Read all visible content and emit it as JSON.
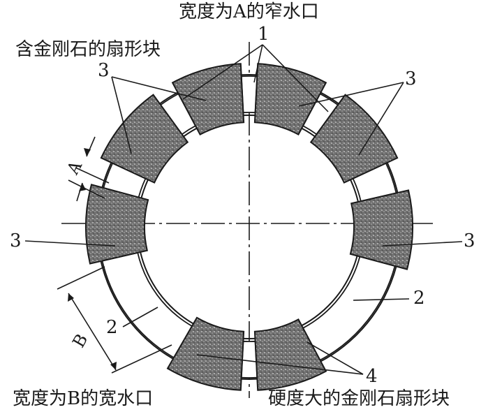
{
  "captions": {
    "top": "宽度为A的窄水口",
    "top_left": "含金刚石的扇形块",
    "bottom_left": "宽度为B的宽水口",
    "bottom_right": "硬度大的金刚石扇形块"
  },
  "callouts": {
    "one": "1",
    "three_tl": "3",
    "three_tr": "3",
    "three_l": "3",
    "three_r": "3",
    "two_r": "2",
    "two_l": "2",
    "four": "4",
    "dim_a": "A",
    "dim_b": "B"
  },
  "colors": {
    "segment_fill": "#6b6b6b",
    "line": "#1a1a1a",
    "background": "#ffffff"
  }
}
